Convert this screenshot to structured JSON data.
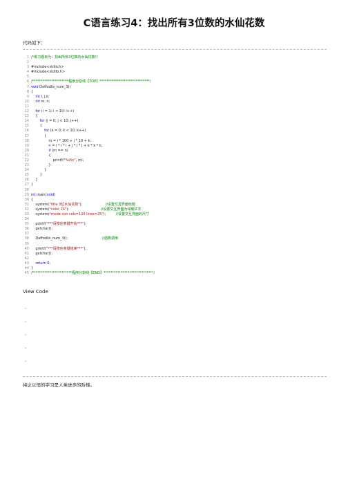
{
  "title": "C语言练习4：找出所有3位数的水仙花数",
  "intro": "代码如下：",
  "code": [
    [
      {
        "t": "/*练习题目为：找出所有3位数的水仙花数*/",
        "c": "cmt"
      }
    ],
    [],
    [
      {
        "t": "#include<stdio.h>",
        "c": ""
      }
    ],
    [
      {
        "t": "#include<stdlib.h>",
        "c": ""
      }
    ],
    [],
    [
      {
        "t": "/*********************程序分割线【TOP】*****************************/",
        "c": "cmt"
      }
    ],
    [
      {
        "t": "void ",
        "c": "kw"
      },
      {
        "t": "Daffodils_num_3()",
        "c": ""
      }
    ],
    [
      {
        "t": "{",
        "c": ""
      }
    ],
    [
      {
        "t": "    ",
        "c": ""
      },
      {
        "t": "int ",
        "c": "kw"
      },
      {
        "t": "i, j,k;",
        "c": ""
      }
    ],
    [
      {
        "t": "    ",
        "c": ""
      },
      {
        "t": "int ",
        "c": "kw"
      },
      {
        "t": "m, n;",
        "c": ""
      }
    ],
    [],
    [
      {
        "t": "    ",
        "c": ""
      },
      {
        "t": "for ",
        "c": "kw"
      },
      {
        "t": "(i = 1; i < 10; i++)",
        "c": ""
      }
    ],
    [
      {
        "t": "    {",
        "c": ""
      }
    ],
    [
      {
        "t": "        ",
        "c": ""
      },
      {
        "t": "for ",
        "c": "kw"
      },
      {
        "t": "(j = 0; j < 10; j++)",
        "c": ""
      }
    ],
    [
      {
        "t": "        {",
        "c": ""
      }
    ],
    [
      {
        "t": "            ",
        "c": ""
      },
      {
        "t": "for ",
        "c": "kw"
      },
      {
        "t": "(k = 0; k < 10; k++)",
        "c": ""
      }
    ],
    [
      {
        "t": "            {",
        "c": ""
      }
    ],
    [
      {
        "t": "                m = i * 100 + j * 10 + k;",
        "c": ""
      }
    ],
    [
      {
        "t": "                n = i * i * i + j * j * j + k * k * k;",
        "c": ""
      }
    ],
    [
      {
        "t": "                ",
        "c": ""
      },
      {
        "t": "if ",
        "c": "kw"
      },
      {
        "t": "(m == n)",
        "c": ""
      }
    ],
    [
      {
        "t": "                {",
        "c": ""
      }
    ],
    [
      {
        "t": "                    printf(",
        "c": ""
      },
      {
        "t": "\"%d\\n\"",
        "c": "str"
      },
      {
        "t": ", m);",
        "c": ""
      }
    ],
    [
      {
        "t": "                }",
        "c": ""
      }
    ],
    [
      {
        "t": "            }",
        "c": ""
      }
    ],
    [
      {
        "t": "        }",
        "c": ""
      }
    ],
    [
      {
        "t": "    }",
        "c": ""
      }
    ],
    [
      {
        "t": "}",
        "c": ""
      }
    ],
    [],
    [
      {
        "t": "int ",
        "c": "kw"
      },
      {
        "t": "main(",
        "c": ""
      },
      {
        "t": "void",
        "c": "kw"
      },
      {
        "t": ")",
        "c": ""
      }
    ],
    [
      {
        "t": "{",
        "c": ""
      }
    ],
    [
      {
        "t": "    system(",
        "c": ""
      },
      {
        "t": "\"title 3位水仙花数\"",
        "c": "str"
      },
      {
        "t": ");                     ",
        "c": ""
      },
      {
        "t": "//设置交互界面标题",
        "c": "cmt"
      }
    ],
    [
      {
        "t": "    system(",
        "c": ""
      },
      {
        "t": "\"color 24\"",
        "c": "str"
      },
      {
        "t": ");                             ",
        "c": ""
      },
      {
        "t": "//设置交互界面为绿底红字",
        "c": "cmt"
      }
    ],
    [
      {
        "t": "    system(",
        "c": ""
      },
      {
        "t": "\"mode con cols=120 lines=25\"",
        "c": "str"
      },
      {
        "t": ");         ",
        "c": ""
      },
      {
        "t": "//设置交互界面的尺寸",
        "c": "cmt"
      }
    ],
    [],
    [
      {
        "t": "    printf(",
        "c": ""
      },
      {
        "t": "\"***请按任意键开始***\"",
        "c": "str"
      },
      {
        "t": ");",
        "c": ""
      }
    ],
    [
      {
        "t": "    getchar();",
        "c": ""
      }
    ],
    [],
    [
      {
        "t": "    Daffodils_num_3();                               ",
        "c": ""
      },
      {
        "t": "//函数调用",
        "c": "cmt"
      }
    ],
    [],
    [
      {
        "t": "    printf(",
        "c": ""
      },
      {
        "t": "\"***请按任意键结束***\"",
        "c": "str"
      },
      {
        "t": ");",
        "c": ""
      }
    ],
    [
      {
        "t": "    getchar();",
        "c": ""
      }
    ],
    [],
    [
      {
        "t": "    ",
        "c": ""
      },
      {
        "t": "return ",
        "c": "kw"
      },
      {
        "t": "0;",
        "c": ""
      }
    ],
    [
      {
        "t": "}",
        "c": ""
      }
    ],
    [
      {
        "t": "/***********************程序分割线【END】*****************************/",
        "c": "cmt"
      }
    ]
  ],
  "view_code": "View Code",
  "marks": [
    "、",
    "、",
    "、",
    "、",
    "、"
  ],
  "closing": "持之以恒的学习是人类进步的阶梯。"
}
